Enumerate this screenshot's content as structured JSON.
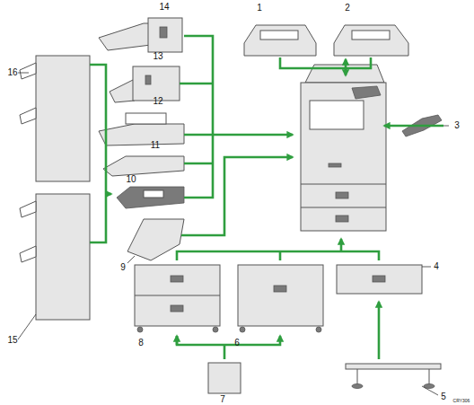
{
  "diagram": {
    "labels": [
      "14",
      "1",
      "2",
      "13",
      "12",
      "16",
      "3",
      "11",
      "10",
      "9",
      "15",
      "4",
      "8",
      "6",
      "7",
      "5",
      "CRY306"
    ]
  }
}
